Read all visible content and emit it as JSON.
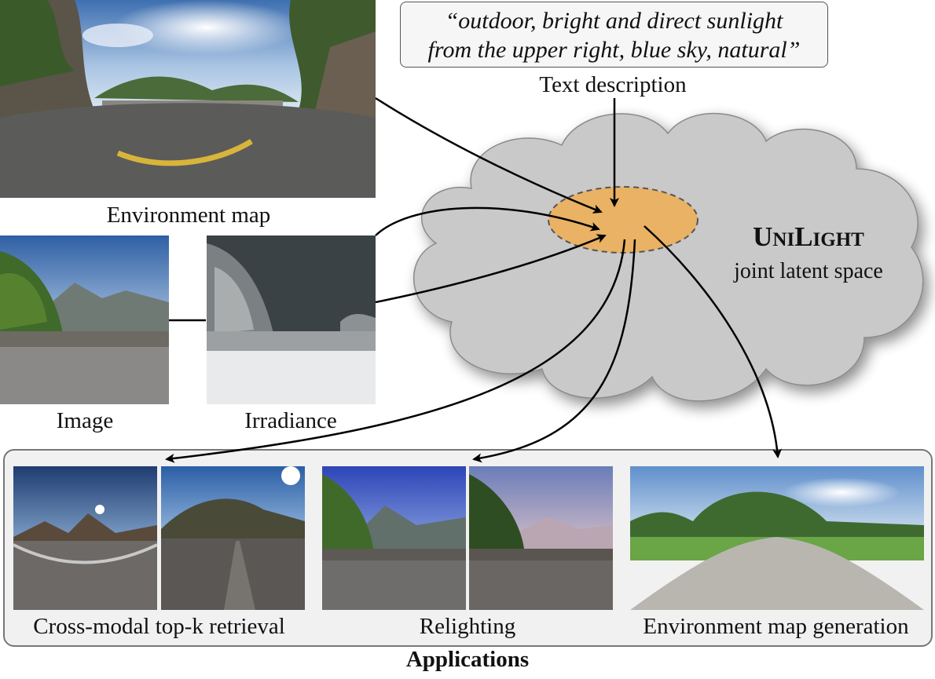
{
  "text_prompt": {
    "line1": "“outdoor, bright and direct sunlight",
    "line2": "from the upper right, blue sky, natural”"
  },
  "labels": {
    "text_description": "Text description",
    "environment_map": "Environment map",
    "image": "Image",
    "irradiance": "Irradiance"
  },
  "latent_space": {
    "name": "UniLight",
    "subtitle": "joint latent space"
  },
  "applications": {
    "title": "Applications",
    "retrieval": "Cross-modal top-k retrieval",
    "relighting": "Relighting",
    "generation": "Environment map generation"
  },
  "colors": {
    "cloud": "#c9c9c9",
    "latent_ellipse": "#e9b264",
    "panel": "#f1f1f1",
    "sky": "#7fa6d6"
  }
}
